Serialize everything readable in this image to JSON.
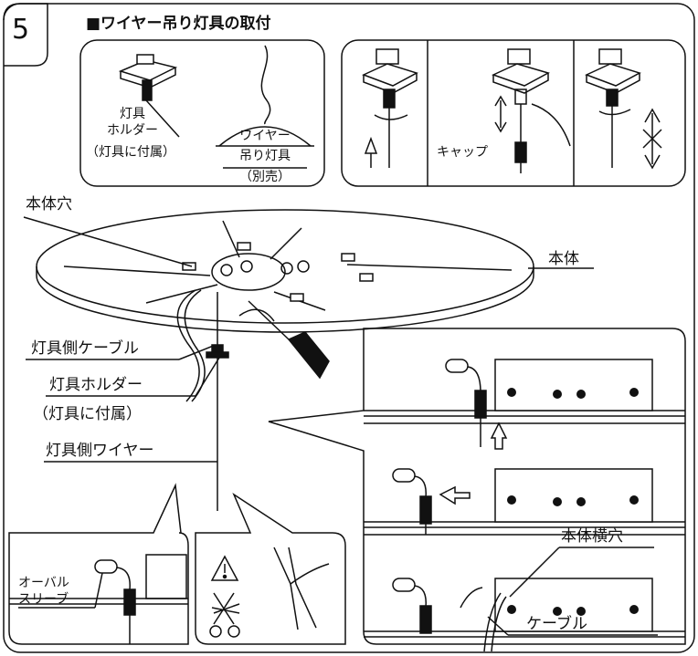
{
  "step_number": "5",
  "title": "■ワイヤー吊り灯具の取付",
  "labels": {
    "holder_line1": "灯具",
    "holder_line2": "ホルダー",
    "holder_line3": "（灯具に付属）",
    "wire_fixture_line1": "ワイヤー",
    "wire_fixture_line2": "吊り灯具",
    "wire_fixture_line3": "（別売）",
    "cap": "キャップ",
    "body_hole": "本体穴",
    "body": "本体",
    "fixture_cable": "灯具側ケーブル",
    "fixture_holder": "灯具ホルダー",
    "fixture_holder_note": "（灯具に付属）",
    "fixture_wire": "灯具側ワイヤー",
    "oval_sleeve_line1": "オーバル",
    "oval_sleeve_line2": "スリーブ",
    "body_side_hole": "本体横穴",
    "cable": "ケーブル"
  }
}
